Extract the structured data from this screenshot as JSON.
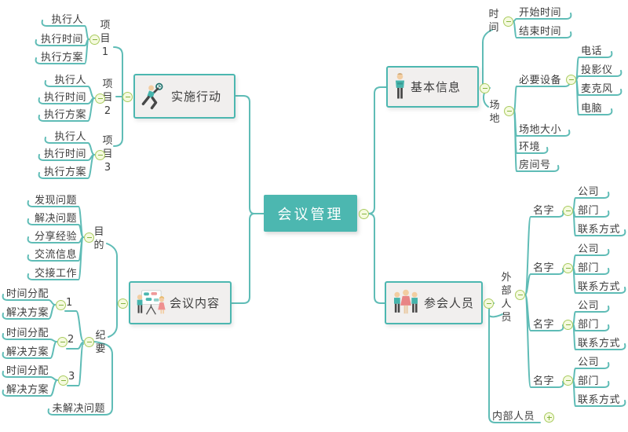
{
  "root": {
    "label": "会议管理"
  },
  "action": {
    "label": "实施行动",
    "icon": "runner-clock-icon",
    "projects": [
      {
        "label": "项目1",
        "children": [
          "执行人",
          "执行时间",
          "执行方案"
        ]
      },
      {
        "label": "项目2",
        "children": [
          "执行人",
          "执行时间",
          "执行方案"
        ]
      },
      {
        "label": "项目3",
        "children": [
          "执行人",
          "执行时间",
          "执行方案"
        ]
      }
    ]
  },
  "content": {
    "label": "会议内容",
    "icon": "presentation-board-icon",
    "purpose": {
      "label": "目的",
      "children": [
        "发现问题",
        "解决问题",
        "分享经验",
        "交流信息",
        "交接工作"
      ]
    },
    "minutes": {
      "label": "纪要",
      "items": [
        {
          "label": "1",
          "children": [
            "时间分配",
            "解决方案"
          ]
        },
        {
          "label": "2",
          "children": [
            "时间分配",
            "解决方案"
          ]
        },
        {
          "label": "3",
          "children": [
            "时间分配",
            "解决方案"
          ]
        }
      ],
      "unresolved": "未解决问题"
    }
  },
  "info": {
    "label": "基本信息",
    "icon": "standing-person-icon",
    "time": {
      "label": "时间",
      "children": [
        "开始时间",
        "结束时间"
      ]
    },
    "venue": {
      "label": "场地",
      "equipment": {
        "label": "必要设备",
        "children": [
          "电话",
          "投影仪",
          "麦克风",
          "电脑"
        ]
      },
      "others": [
        "场地大小",
        "环境",
        "房间号"
      ]
    }
  },
  "attendees": {
    "label": "参会人员",
    "icon": "people-group-icon",
    "external": {
      "label": "外部人员",
      "names": [
        {
          "label": "名字",
          "children": [
            "公司",
            "部门",
            "联系方式"
          ]
        },
        {
          "label": "名字",
          "children": [
            "公司",
            "部门",
            "联系方式"
          ]
        },
        {
          "label": "名字",
          "children": [
            "公司",
            "部门",
            "联系方式"
          ]
        },
        {
          "label": "名字",
          "children": [
            "公司",
            "部门",
            "联系方式"
          ]
        }
      ]
    },
    "internal": {
      "label": "内部人员"
    }
  },
  "colors": {
    "accent_teal": "#4cb7b0",
    "line_teal": "#5fbcb6",
    "node_bg": "#f1efee",
    "text": "#3d3d3d",
    "collapse_green": "#86b440",
    "collapse_bg": "#f5fadf"
  }
}
